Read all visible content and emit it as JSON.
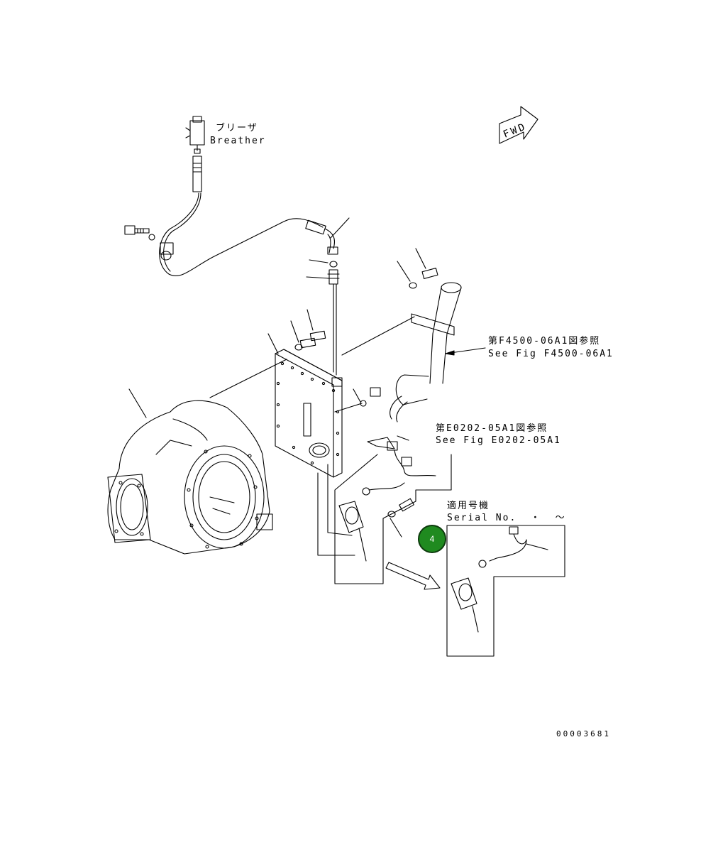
{
  "breather": {
    "jp": "ブリーザ",
    "en": "Breather"
  },
  "fwd_label": "FWD",
  "ref_f4500": {
    "jp": "第F4500-06A1図参照",
    "en": "See Fig F4500-06A1"
  },
  "ref_e0202": {
    "jp": "第E0202-05A1図参照",
    "en": "See Fig E0202-05A1"
  },
  "serial": {
    "jp": "適用号機",
    "en": "Serial No.  ・  ～"
  },
  "callout": {
    "number": "4"
  },
  "drawing_number": "00003681",
  "colors": {
    "callout_fill": "#1f8a1f",
    "line": "#000000"
  }
}
